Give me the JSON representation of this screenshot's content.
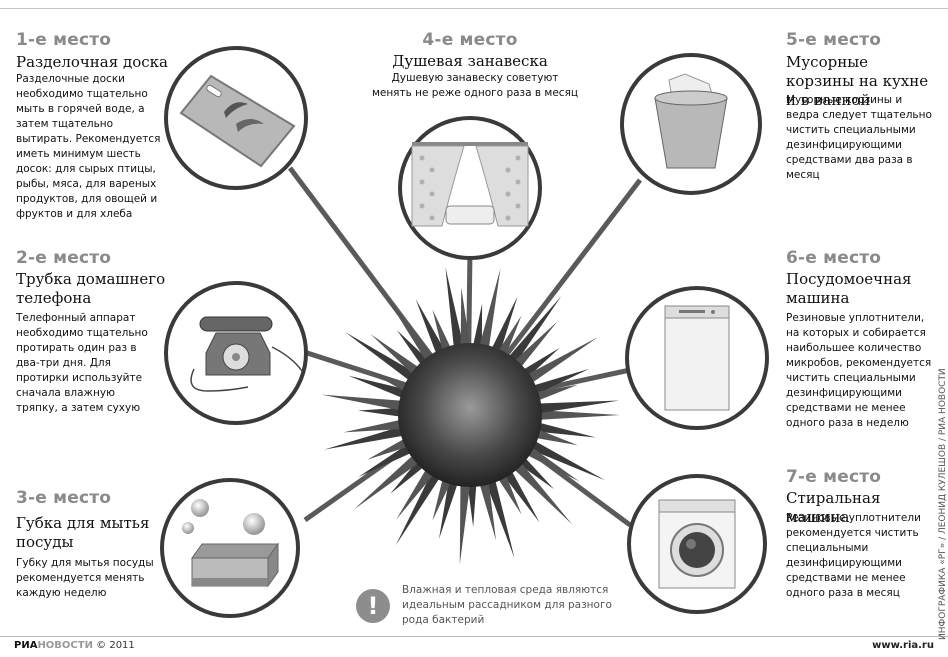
{
  "items": [
    {
      "rank": "1-е место",
      "title": "Разделочная доска",
      "desc": "Разделочные доски необходимо тщательно мыть в горячей воде, а затем тщательно вытирать. Рекомендуется иметь минимум шесть досок: для сырых птицы, рыбы, мяса, для вареных продуктов, для овощей и фруктов и для хлеба",
      "icon": "cutting-board-icon"
    },
    {
      "rank": "2-е место",
      "title": "Трубка домашнего телефона",
      "desc": "Телефонный аппарат необходимо тщательно протирать один раз в два-три дня. Для протирки используйте сначала влажную тряпку, а затем сухую",
      "icon": "telephone-icon"
    },
    {
      "rank": "3-е место",
      "title": "Губка для мытья посуды",
      "desc": "Губку для мытья посуды рекомендуется менять каждую неделю",
      "icon": "sponge-icon"
    },
    {
      "rank": "4-е место",
      "title": "Душевая занавеска",
      "desc": "Душевую занавеску советуют менять не реже одного раза в месяц",
      "icon": "shower-curtain-icon"
    },
    {
      "rank": "5-е место",
      "title": "Мусорные корзины на кухне и в ванной",
      "desc": "Мусорные корзины и ведра следует тщательно чистить специальными дезинфицирующими средствами два раза в месяц",
      "icon": "trash-bin-icon"
    },
    {
      "rank": "6-е место",
      "title": "Посудомоечная машина",
      "desc": "Резиновые уплотнители, на которых и собирается наибольшее количество микробов, рекомендуется чистить специальными дезинфицирующими средствами не менее одного раза в неделю",
      "icon": "dishwasher-icon"
    },
    {
      "rank": "7-е место",
      "title": "Стиральная машина",
      "desc": "Резиновые уплотнители рекомендуется чистить специальными дезинфицирующими средствами не менее одного раза в месяц",
      "icon": "washing-machine-icon"
    }
  ],
  "note": {
    "icon": "warning-icon",
    "mark": "!",
    "text": "Влажная и тепловая среда являются идеальным рассадником для разного рода бактерий"
  },
  "footer": {
    "logo_part1": "РИА",
    "logo_part2": "НОВОСТИ",
    "year": "© 2011",
    "site": "www.ria.ru"
  },
  "credit": "ИНФОГРАФИКА «РГ» / ЛЕОНИД КУЛЕШОВ / РИА НОВОСТИ",
  "colors": {
    "accent_gray": "#8a8a8a",
    "ring": "#3a3a3a",
    "bacterium": "#2f2f2f"
  }
}
